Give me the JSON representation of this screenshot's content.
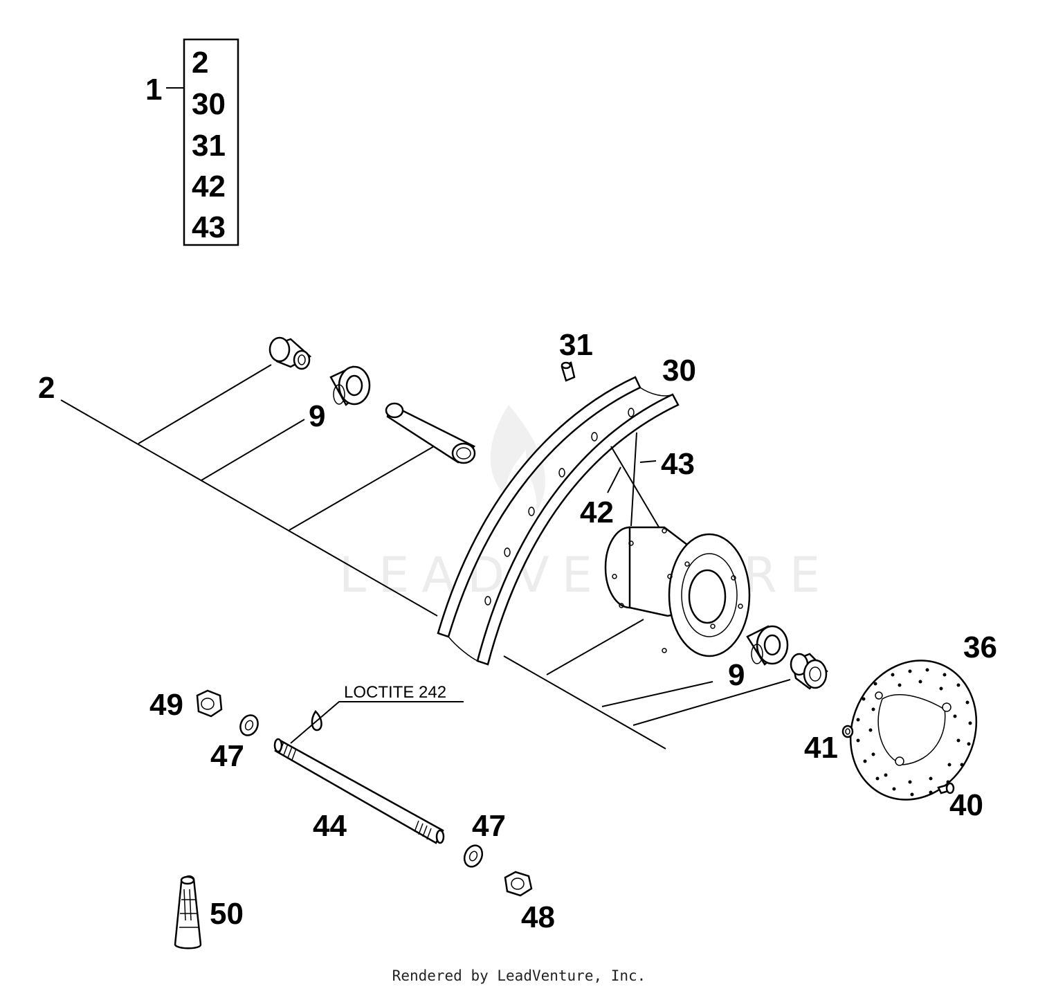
{
  "kit": {
    "label": "1",
    "items": [
      "2",
      "30",
      "31",
      "42",
      "43"
    ]
  },
  "callouts": {
    "spacer_left": "2",
    "bearing_left": "9",
    "valve": "31",
    "rim": "30",
    "spoke_outer": "43",
    "spoke_inner": "42",
    "bearing_right": "9",
    "disc": "36",
    "disc_washer": "41",
    "disc_screw": "40",
    "nut_left": "49",
    "washer_left": "47",
    "axle": "44",
    "washer_right": "47",
    "nut_right": "48",
    "loctite_bottle": "50"
  },
  "note": {
    "loctite": "LOCTITE 242"
  },
  "watermark": "LEADVENTURE",
  "credit": "Rendered by LeadVenture, Inc."
}
